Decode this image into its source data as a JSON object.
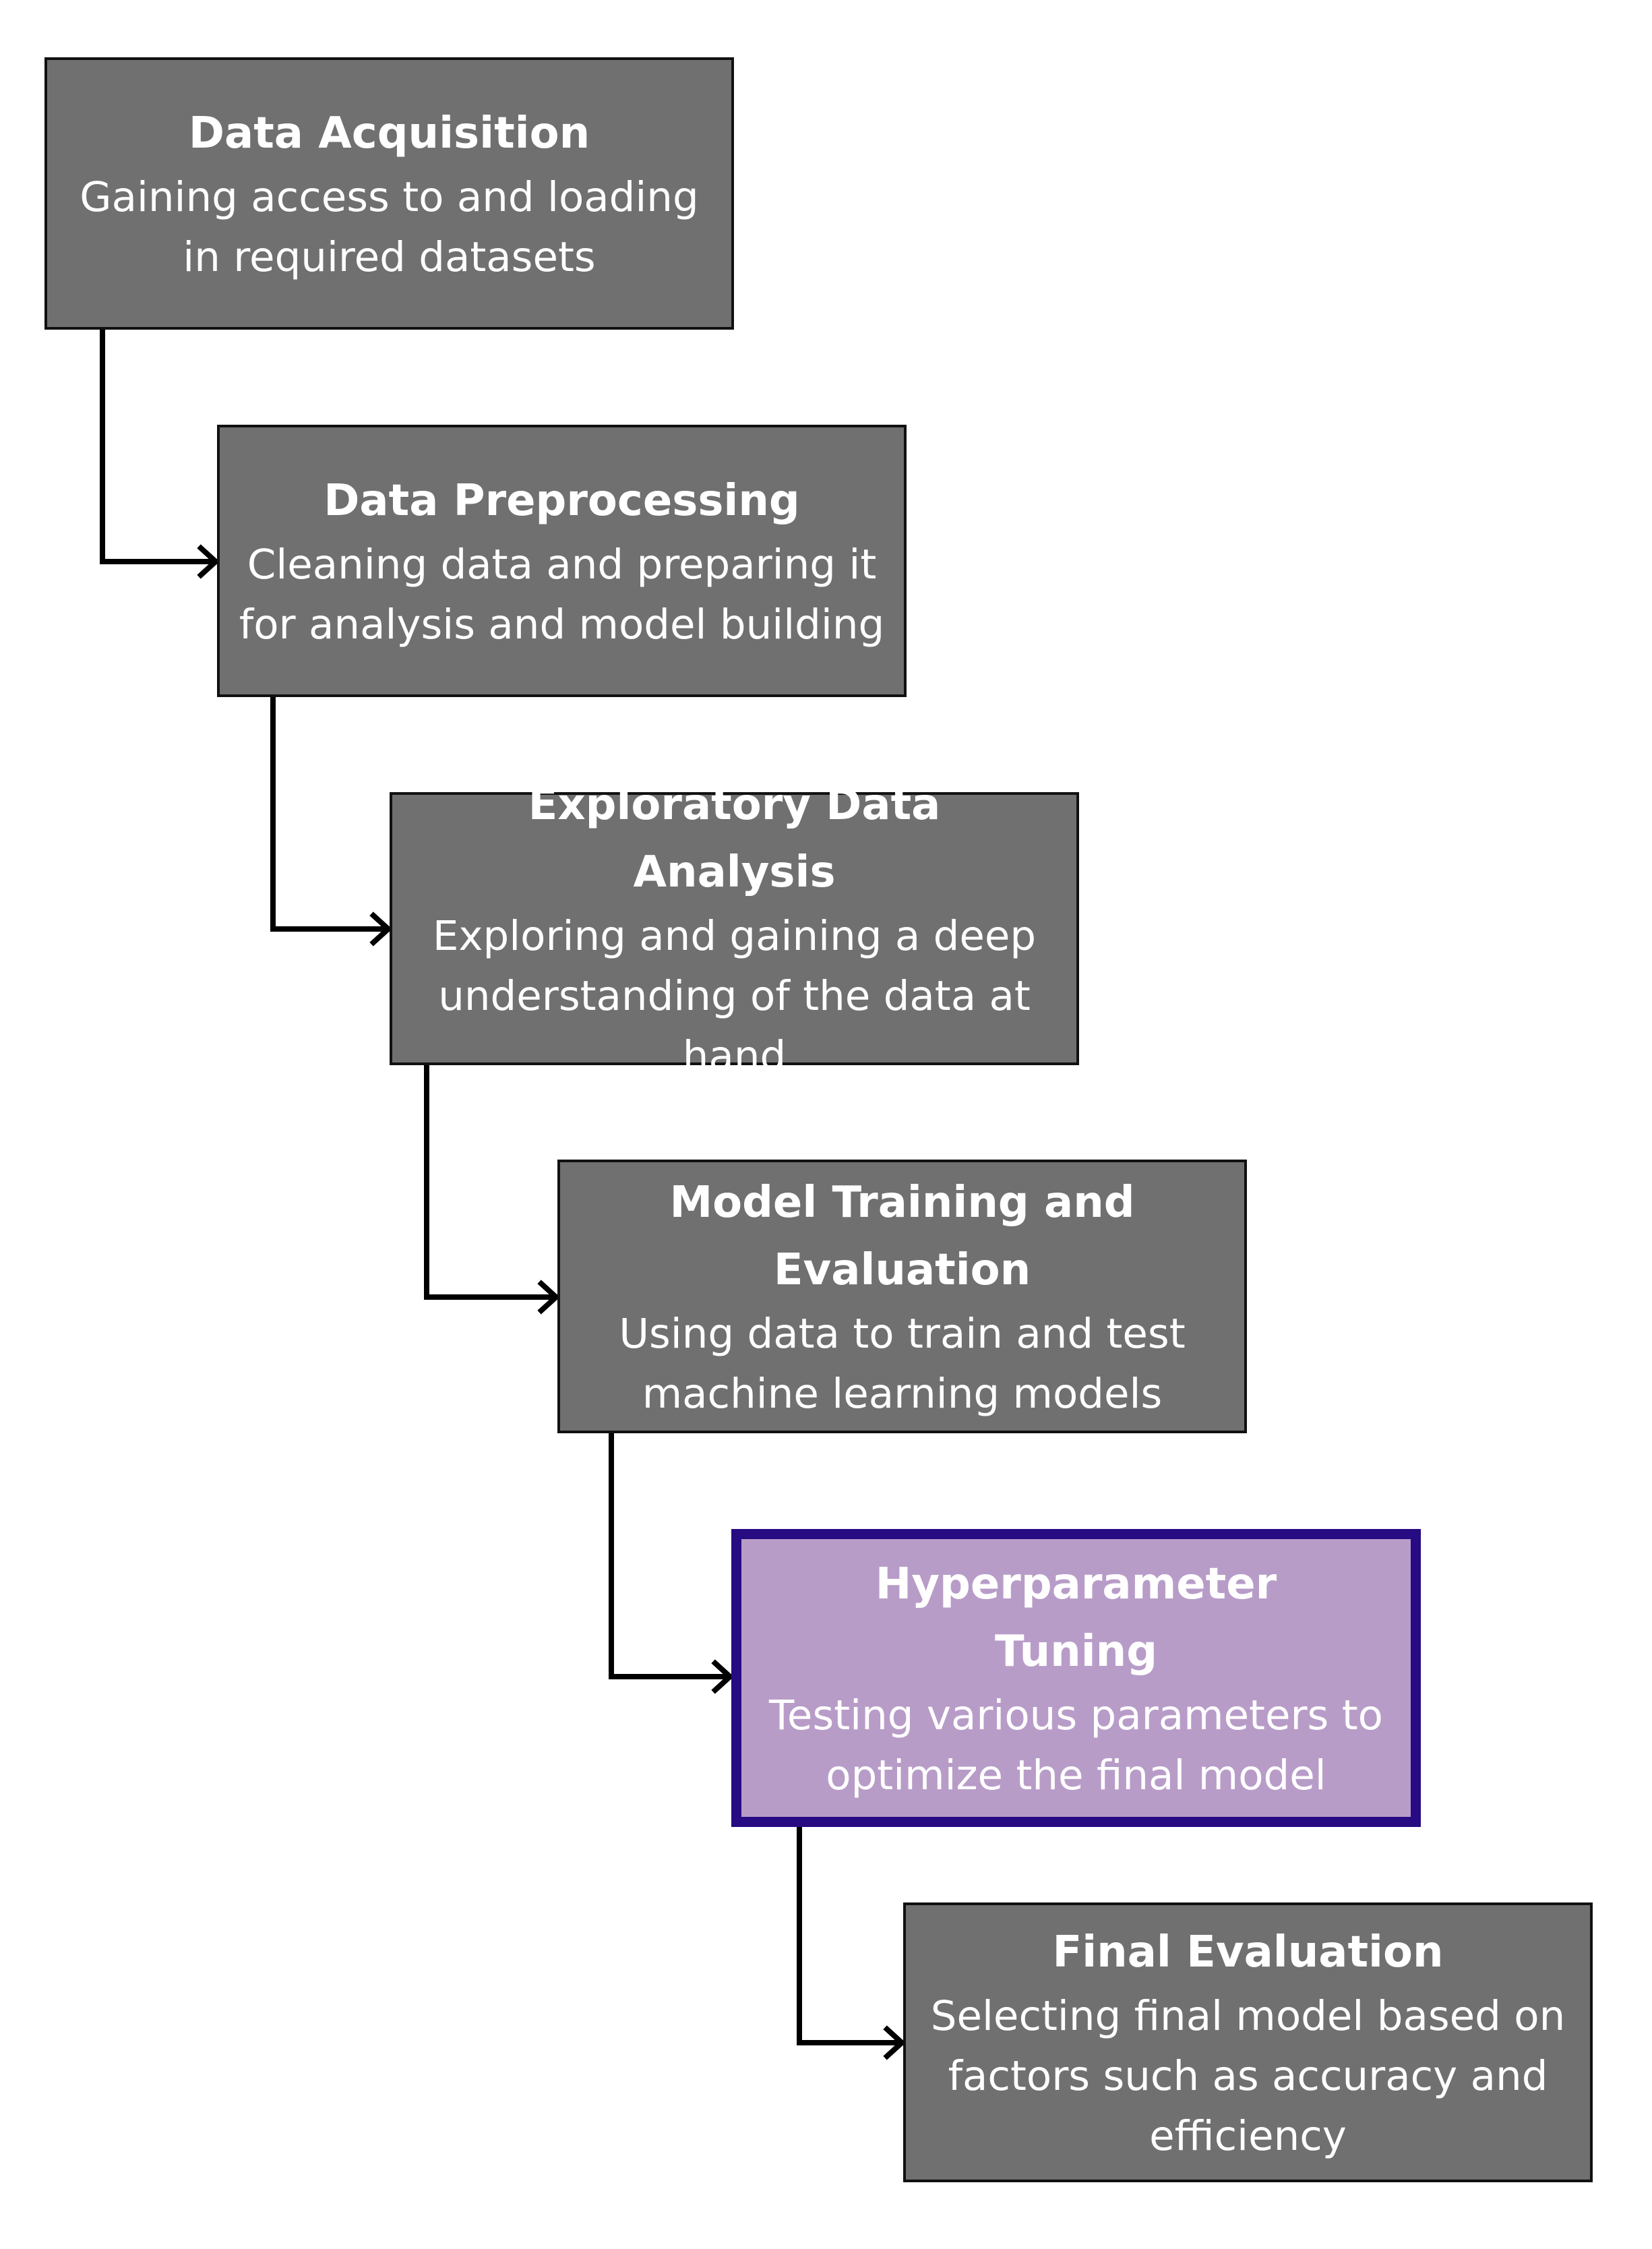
{
  "steps": [
    {
      "title": "Data Acquisition",
      "description": "Gaining access to and loading in required datasets"
    },
    {
      "title": "Data Preprocessing",
      "description": "Cleaning data and preparing it for analysis and model building"
    },
    {
      "title": "Exploratory Data Analysis",
      "description": "Exploring and gaining a deep understanding of the data at hand"
    },
    {
      "title": "Model Training and Evaluation",
      "description": "Using data to train and test machine learning models"
    },
    {
      "title": "Hyperparameter Tuning",
      "description": "Testing various parameters to optimize the final model",
      "highlighted": true
    },
    {
      "title": "Final Evaluation",
      "description": "Selecting final model based on factors such as accuracy and efficiency"
    }
  ],
  "colors": {
    "box_fill": "#707070",
    "box_border": "#111111",
    "highlight_fill": "#b89cc8",
    "highlight_border": "#260b82",
    "text": "#ffffff",
    "connector": "#000000"
  }
}
